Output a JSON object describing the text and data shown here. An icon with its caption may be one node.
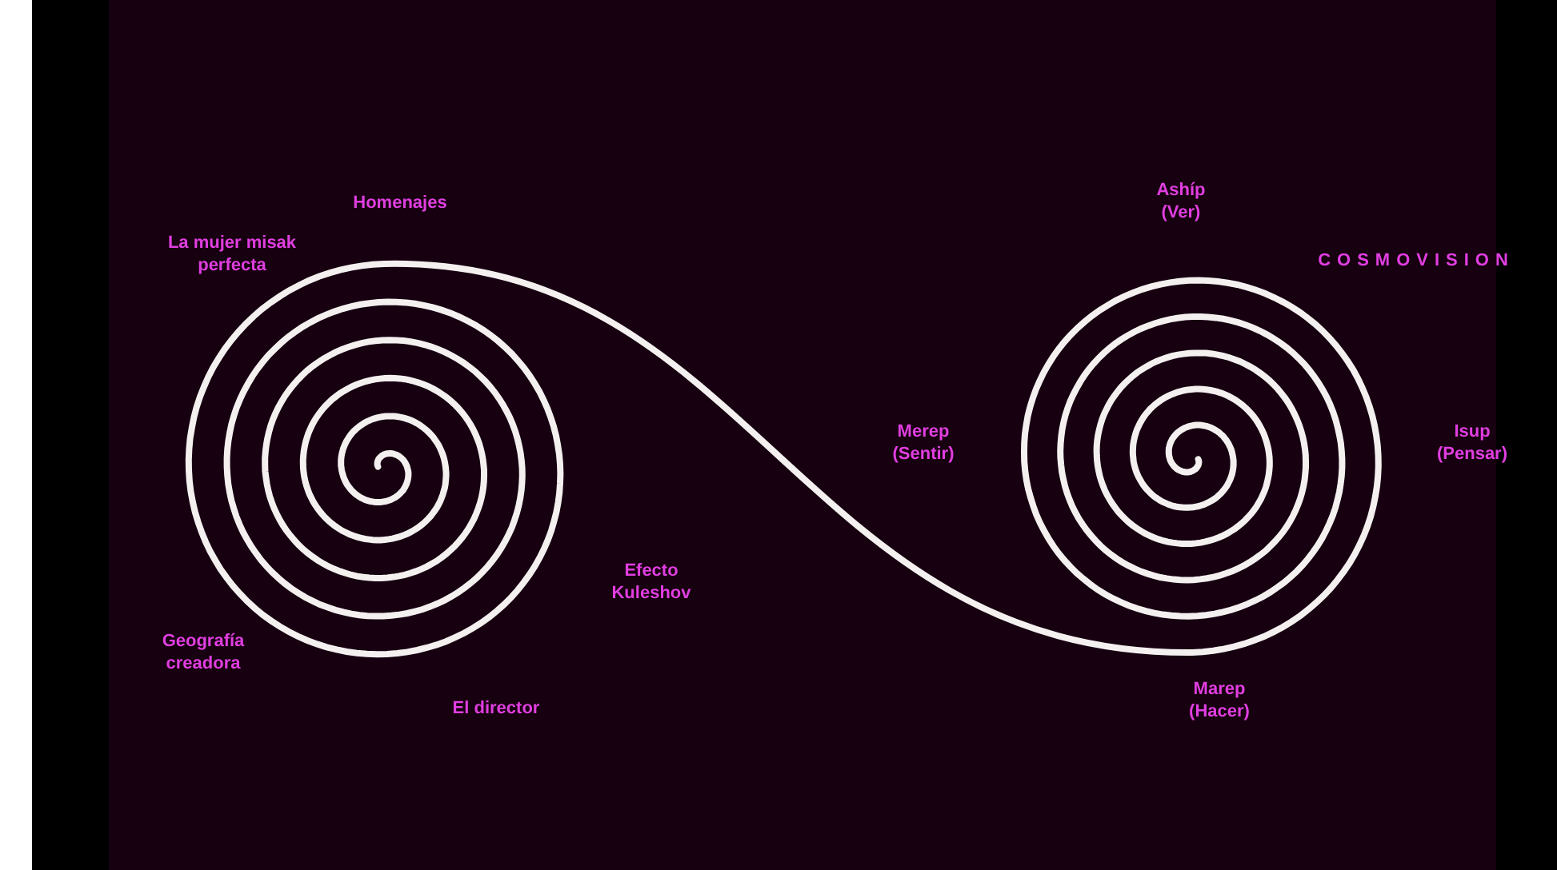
{
  "diagram": {
    "labels": [
      "Ashíp (Ver)",
      "Homenajes",
      "La mujer misak perfecta",
      "COSMOVISION",
      "Merep (Sentir)",
      "Isup (Pensar)",
      "Efecto Kuleshov",
      "Geografía creadora",
      "Marep (Hacer)",
      "El director"
    ]
  }
}
